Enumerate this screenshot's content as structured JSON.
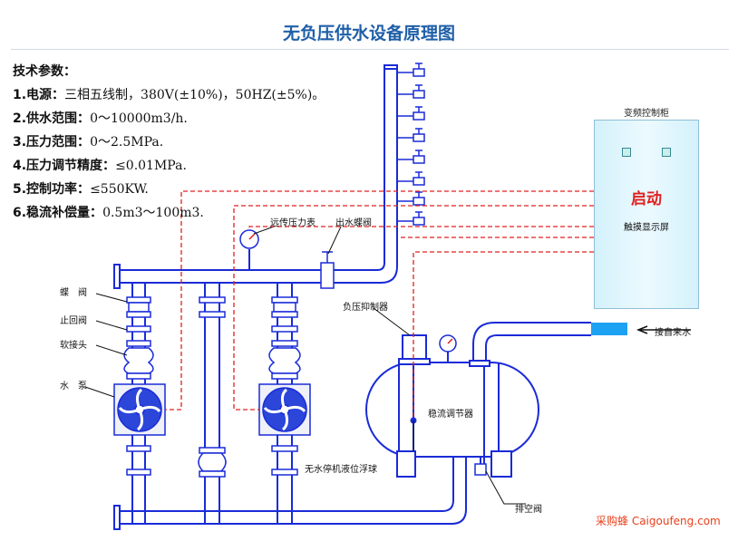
{
  "title": "无负压供水设备原理图",
  "specs": {
    "heading": "技术参数：",
    "items": [
      {
        "key": "1.电源：",
        "value": "三相五线制，380V(±10%)，50HZ(±5%)。"
      },
      {
        "key": "2.供水范围：",
        "value": "0～10000m3/h."
      },
      {
        "key": "3.压力范围：",
        "value": "0～2.5MPa."
      },
      {
        "key": "4.压力调节精度：",
        "value": "≤0.01MPa."
      },
      {
        "key": "5.控制功率：",
        "value": "≤550KW."
      },
      {
        "key": "6.稳流补偿量：",
        "value": "0.5m3～100m3."
      }
    ]
  },
  "labels": {
    "butterfly_valve": "蝶　阀",
    "check_valve": "止回阀",
    "soft_joint": "软接头",
    "pump": "水　泵",
    "remote_gauge": "远传压力表",
    "outlet_valve": "出水蝶阀",
    "negative_pressure_suppressor": "负压抑制器",
    "inlet": "接自来水",
    "tank": "稳流调节器",
    "float": "无水停机液位浮球",
    "drain": "排空阀"
  },
  "cabinet": {
    "title": "变频控制柜",
    "start": "启动",
    "screen": "触摸显示屏"
  },
  "colors": {
    "pipe": "#1a2bd8",
    "signal": "#e02020",
    "title": "#1f5fa8",
    "cabinet": "#d4f1fb",
    "inlet_water": "#1da1f2"
  },
  "watermark": "采购蜂 Caigoufeng.com"
}
